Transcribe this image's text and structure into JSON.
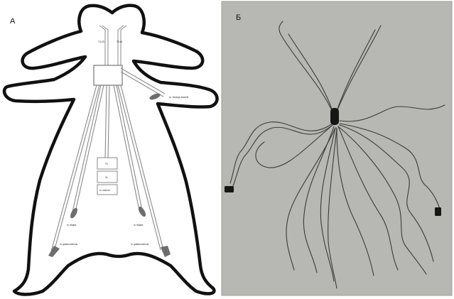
{
  "panels": {
    "left": {
      "letter": "А",
      "labels": {
        "top_left": "T3-C5",
        "top_right": "T6-L4",
        "box_1": "Th",
        "box_2": "Ot",
        "box_3": "m. sacrum",
        "triceps": "m. triceps brachii",
        "tibialis_left": "m. tibialis",
        "tibialis_right": "m. tibialis",
        "gastro_left": "m. gastrocnemius",
        "gastro_right": "m. gastrocnemius"
      }
    },
    "right": {
      "letter": "Б"
    }
  },
  "colors": {
    "background": "#ffffff",
    "outline": "#111111",
    "wire_pair": "#8a8a8a",
    "electrode": "#6d6d6d",
    "photo_bg": "#b7b7b3",
    "photo_wire": "#3a3a38",
    "connector": "#161616"
  }
}
